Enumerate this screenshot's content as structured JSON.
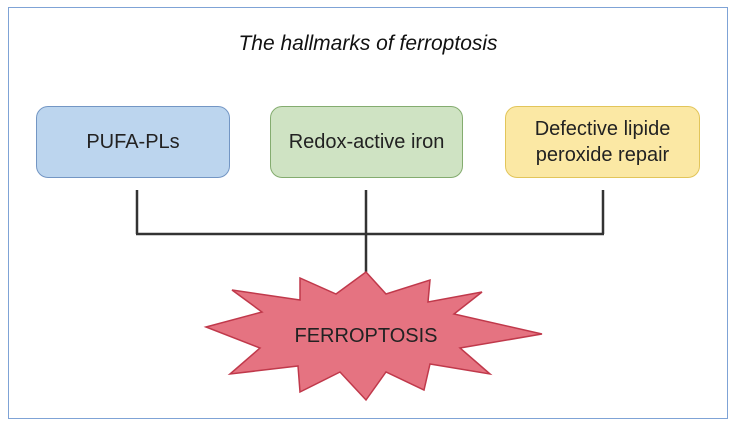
{
  "diagram": {
    "title": "The hallmarks of ferroptosis",
    "boxes": [
      {
        "label": "PUFA-PLs"
      },
      {
        "label": "Redox-active iron"
      },
      {
        "label": "Defective lipide\nperoxide repair"
      }
    ],
    "result": {
      "label": "FERROPTOSIS"
    },
    "colors": {
      "frame": "#7fa3d6",
      "box_blue": "#bcd5ee",
      "box_green": "#cfe3c3",
      "box_yellow": "#fbe8a4",
      "burst_fill": "#e57381",
      "burst_stroke": "#c0394b",
      "connector": "#333333"
    }
  }
}
